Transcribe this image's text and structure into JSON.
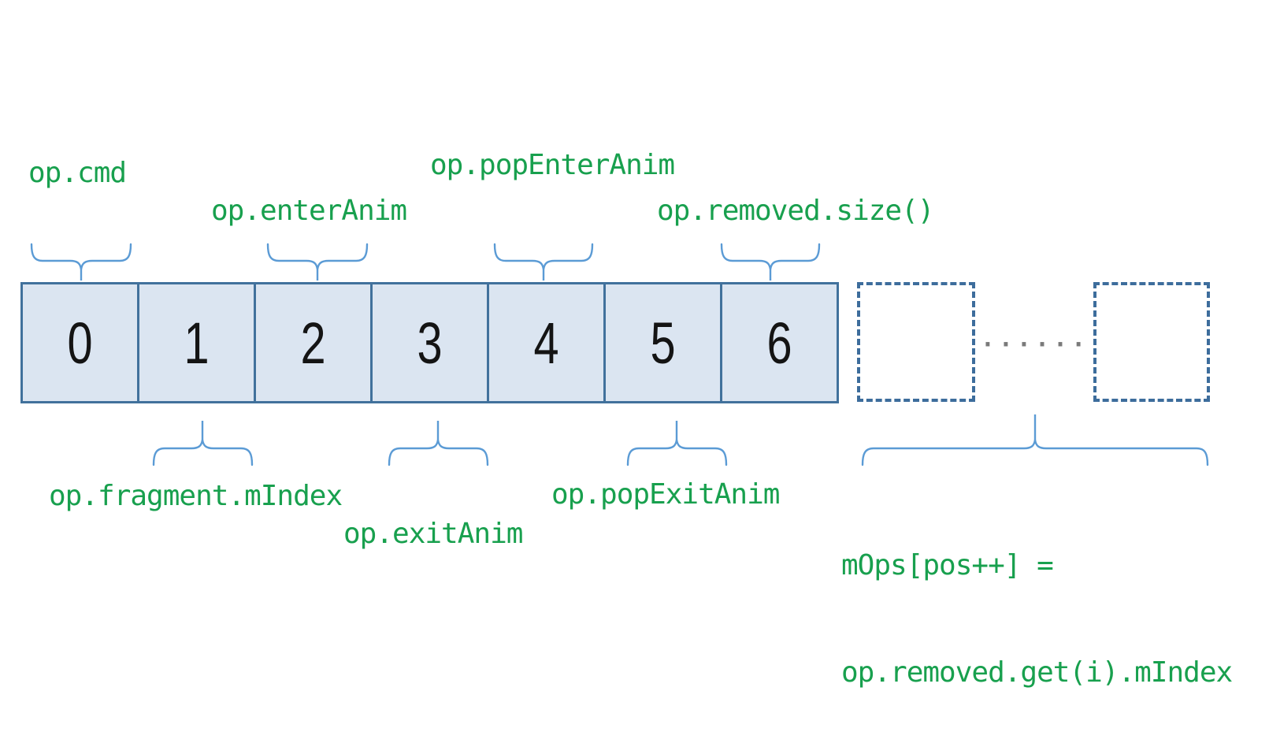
{
  "diagram": {
    "description": "Array of back-stack operation record slots 0-6 with trailing dashed slots",
    "cells": [
      "0",
      "1",
      "2",
      "3",
      "4",
      "5",
      "6"
    ],
    "ellipsis": "······",
    "labels_top": [
      {
        "id": "op-cmd",
        "text": "op.cmd"
      },
      {
        "id": "op-enterAnim",
        "text": "op.enterAnim"
      },
      {
        "id": "op-popEnterAnim",
        "text": "op.popEnterAnim"
      },
      {
        "id": "op-removed-size",
        "text": "op.removed.size()"
      }
    ],
    "labels_bottom": [
      {
        "id": "op-fragment-mIndex",
        "text": "op.fragment.mIndex"
      },
      {
        "id": "op-exitAnim",
        "text": "op.exitAnim"
      },
      {
        "id": "op-popExitAnim",
        "text": "op.popExitAnim"
      },
      {
        "id": "mOps-assignment",
        "text_line1": "mOps[pos++] =",
        "text_line2": "op.removed.get(i).mIndex"
      }
    ],
    "colors": {
      "label_green": "#18a04e",
      "cell_fill": "#dbe5f1",
      "cell_border": "#41719c",
      "dashed_border": "#3d6d9c",
      "brace_blue": "#5b9bd5",
      "dots_gray": "#7a7a7a"
    }
  }
}
